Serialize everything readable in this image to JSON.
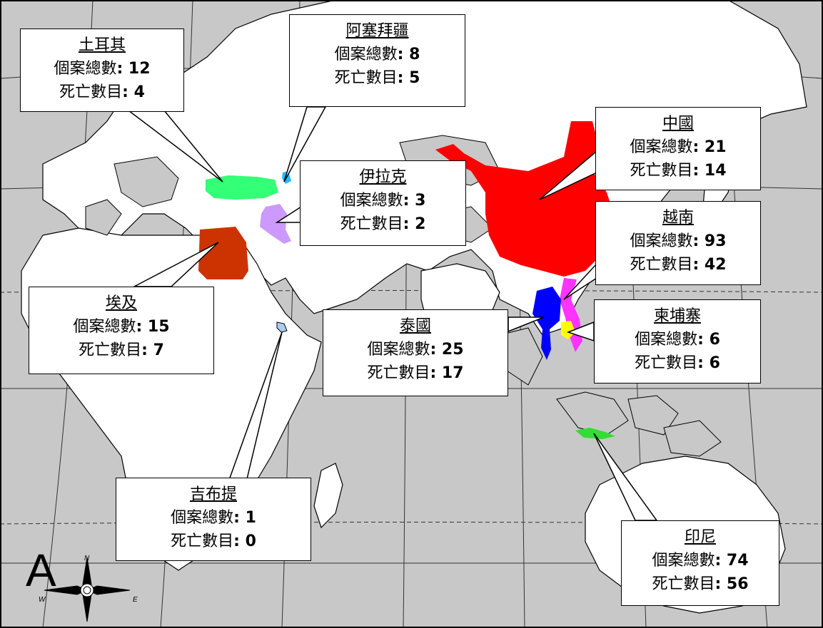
{
  "panel_label": "A",
  "compass": {
    "n": "N",
    "e": "E",
    "w": "W"
  },
  "labels": {
    "total": "個案總數",
    "deaths": "死亡數目"
  },
  "colors": {
    "land": "#ffffff",
    "land_gray": "#c8c8c8",
    "sea": "#c8c8c8",
    "border": "#000000",
    "turkey": "#33ff77",
    "azerbaijan": "#22bbff",
    "iraq": "#cc99ff",
    "egypt": "#cc3300",
    "china": "#ff0000",
    "vietnam": "#ff33ff",
    "thailand": "#0000ff",
    "cambodia": "#ffff00",
    "indonesia": "#33dd33",
    "djibouti": "#aaccee"
  },
  "countries": [
    {
      "id": "turkey",
      "name": "土耳其",
      "total": "12",
      "deaths": "4"
    },
    {
      "id": "azerbaijan",
      "name": "阿塞拜疆",
      "total": "8",
      "deaths": "5"
    },
    {
      "id": "iraq",
      "name": "伊拉克",
      "total": "3",
      "deaths": "2"
    },
    {
      "id": "china",
      "name": "中國",
      "total": "21",
      "deaths": "14"
    },
    {
      "id": "vietnam",
      "name": "越南",
      "total": "93",
      "deaths": "42"
    },
    {
      "id": "egypt",
      "name": "埃及",
      "total": "15",
      "deaths": "7"
    },
    {
      "id": "thailand",
      "name": "泰國",
      "total": "25",
      "deaths": "17"
    },
    {
      "id": "cambodia",
      "name": "柬埔寨",
      "total": "6",
      "deaths": "6"
    },
    {
      "id": "djibouti",
      "name": "吉布提",
      "total": "1",
      "deaths": "0"
    },
    {
      "id": "indonesia",
      "name": "印尼",
      "total": "74",
      "deaths": "56"
    }
  ]
}
